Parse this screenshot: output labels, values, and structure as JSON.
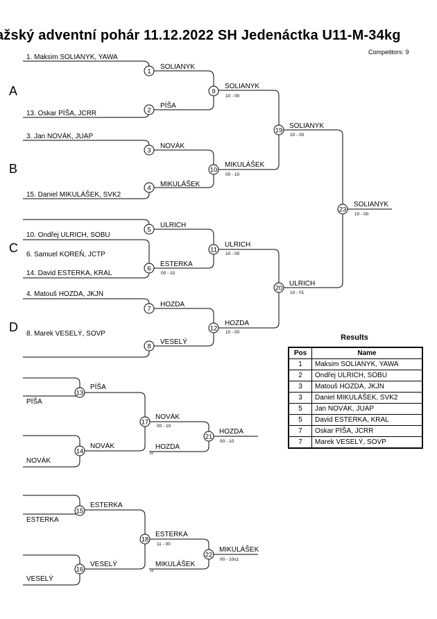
{
  "title": "ražský adventní pohár  11.12.2022  SH Jedenáctka   U11-M-34kg",
  "competitors": "Competitors: 9",
  "pools": [
    "A",
    "B",
    "C",
    "D"
  ],
  "entries": [
    "1. Maksim SOLIANYK, YAWA",
    "13. Oskar PÍŠA, JCRR",
    "3. Jan NOVÁK, JUAP",
    "15. Daniel MIKULÁŠEK, SVK2",
    "10. Ondřej ULRICH, SOBU",
    "6. Samuel KOREŇ, JCTP",
    "14. David ESTERKA, KRAL",
    "4. Matouš HOZDA, JKJN",
    "8. Marek VESELÝ, SOVP"
  ],
  "winners": {
    "m1": "SOLIANYK",
    "m2": "PÍŠA",
    "m3": "NOVÁK",
    "m4": "MIKULÁŠEK",
    "m5": "ULRICH",
    "m6": "ESTERKA",
    "m7": "HOZDA",
    "m8": "VESELÝ",
    "m9": "SOLIANYK",
    "m10": "MIKULÁŠEK",
    "m11": "ULRICH",
    "m12": "HOZDA",
    "m19": "SOLIANYK",
    "m20": "ULRICH",
    "m23": "SOLIANYK",
    "m13": "PÍŠA",
    "m14": "NOVÁK",
    "m17a": "NOVÁK",
    "m17b": "HOZDA",
    "m21": "HOZDA",
    "m15": "ESTERKA",
    "m16": "VESELÝ",
    "m18a": "ESTERKA",
    "m18b": "MIKULÁŠEK",
    "m22": "MIKULÁŠEK"
  },
  "repechage_entries": {
    "r13": "PÍŠA",
    "r14": "NOVÁK",
    "r15": "ESTERKA",
    "r16": "VESELÝ"
  },
  "scores": {
    "m6": "00 - 10",
    "m9": "10 - 00",
    "m10": "00 - 10",
    "m11": "10 - 00",
    "m12": "10 - 00",
    "m19": "10 - 00",
    "m20": "10 - 01",
    "m23": "10 - 00",
    "m17": "00 - 10",
    "m21": "00 - 10",
    "m18": "11 - 00",
    "m22": "00 - 10s1",
    "m17small": "20",
    "m18small": "19"
  },
  "results": {
    "title": "Results",
    "headers": [
      "Pos",
      "Name"
    ],
    "rows": [
      {
        "pos": "1",
        "name": "Maksim SOLIANYK, YAWA"
      },
      {
        "pos": "2",
        "name": "Ondřej ULRICH, SOBU"
      },
      {
        "pos": "3",
        "name": "Matouš HOZDA, JKJN"
      },
      {
        "pos": "3",
        "name": "Daniel MIKULÁŠEK, SVK2"
      },
      {
        "pos": "5",
        "name": "Jan NOVÁK, JUAP"
      },
      {
        "pos": "5",
        "name": "David ESTERKA, KRAL"
      },
      {
        "pos": "7",
        "name": "Oskar PÍŠA, JCRR"
      },
      {
        "pos": "7",
        "name": "Marek VESELÝ, SOVP"
      }
    ]
  }
}
